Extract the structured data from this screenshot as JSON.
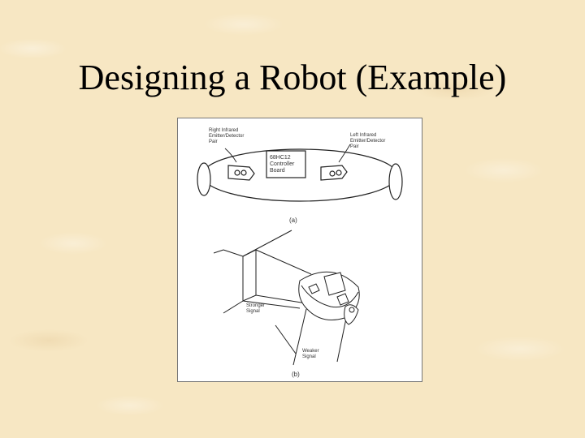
{
  "slide": {
    "title": "Designing a Robot (Example)"
  },
  "figure": {
    "labels": {
      "right_pair": "Right Infrared\nEmitter/Detector\nPair",
      "left_pair": "Left Infrared\nEmitter/Detector\nPair",
      "board": "68HC12\nController\nBoard",
      "caption_a": "(a)",
      "stronger": "Stronger\nSignal",
      "weaker": "Weaker\nSignal",
      "caption_b": "(b)"
    }
  },
  "colors": {
    "background": "#f7e7c3",
    "text": "#000000",
    "line": "#222222"
  }
}
